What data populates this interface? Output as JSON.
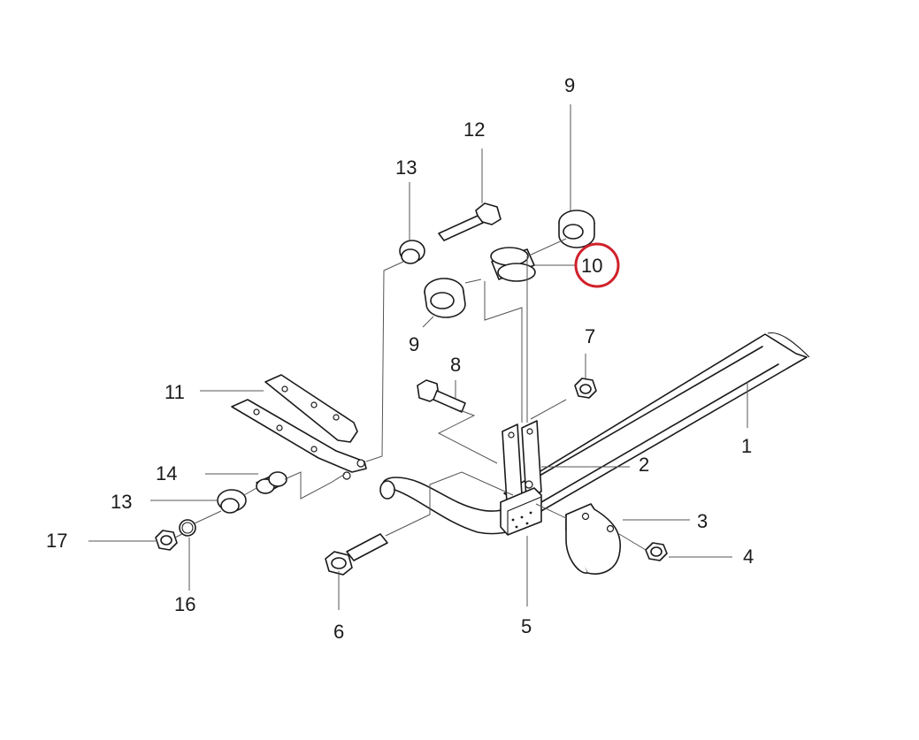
{
  "highlight_color": "#d0212a",
  "highlighted_callout": "10",
  "callouts": {
    "c1": "1",
    "c2": "2",
    "c3": "3",
    "c4": "4",
    "c5": "5",
    "c6": "6",
    "c7": "7",
    "c8": "8",
    "c9a": "9",
    "c9b": "9",
    "c10": "10",
    "c11": "11",
    "c12": "12",
    "c13a": "13",
    "c13b": "13",
    "c14": "14",
    "c16": "16",
    "c17": "17"
  }
}
